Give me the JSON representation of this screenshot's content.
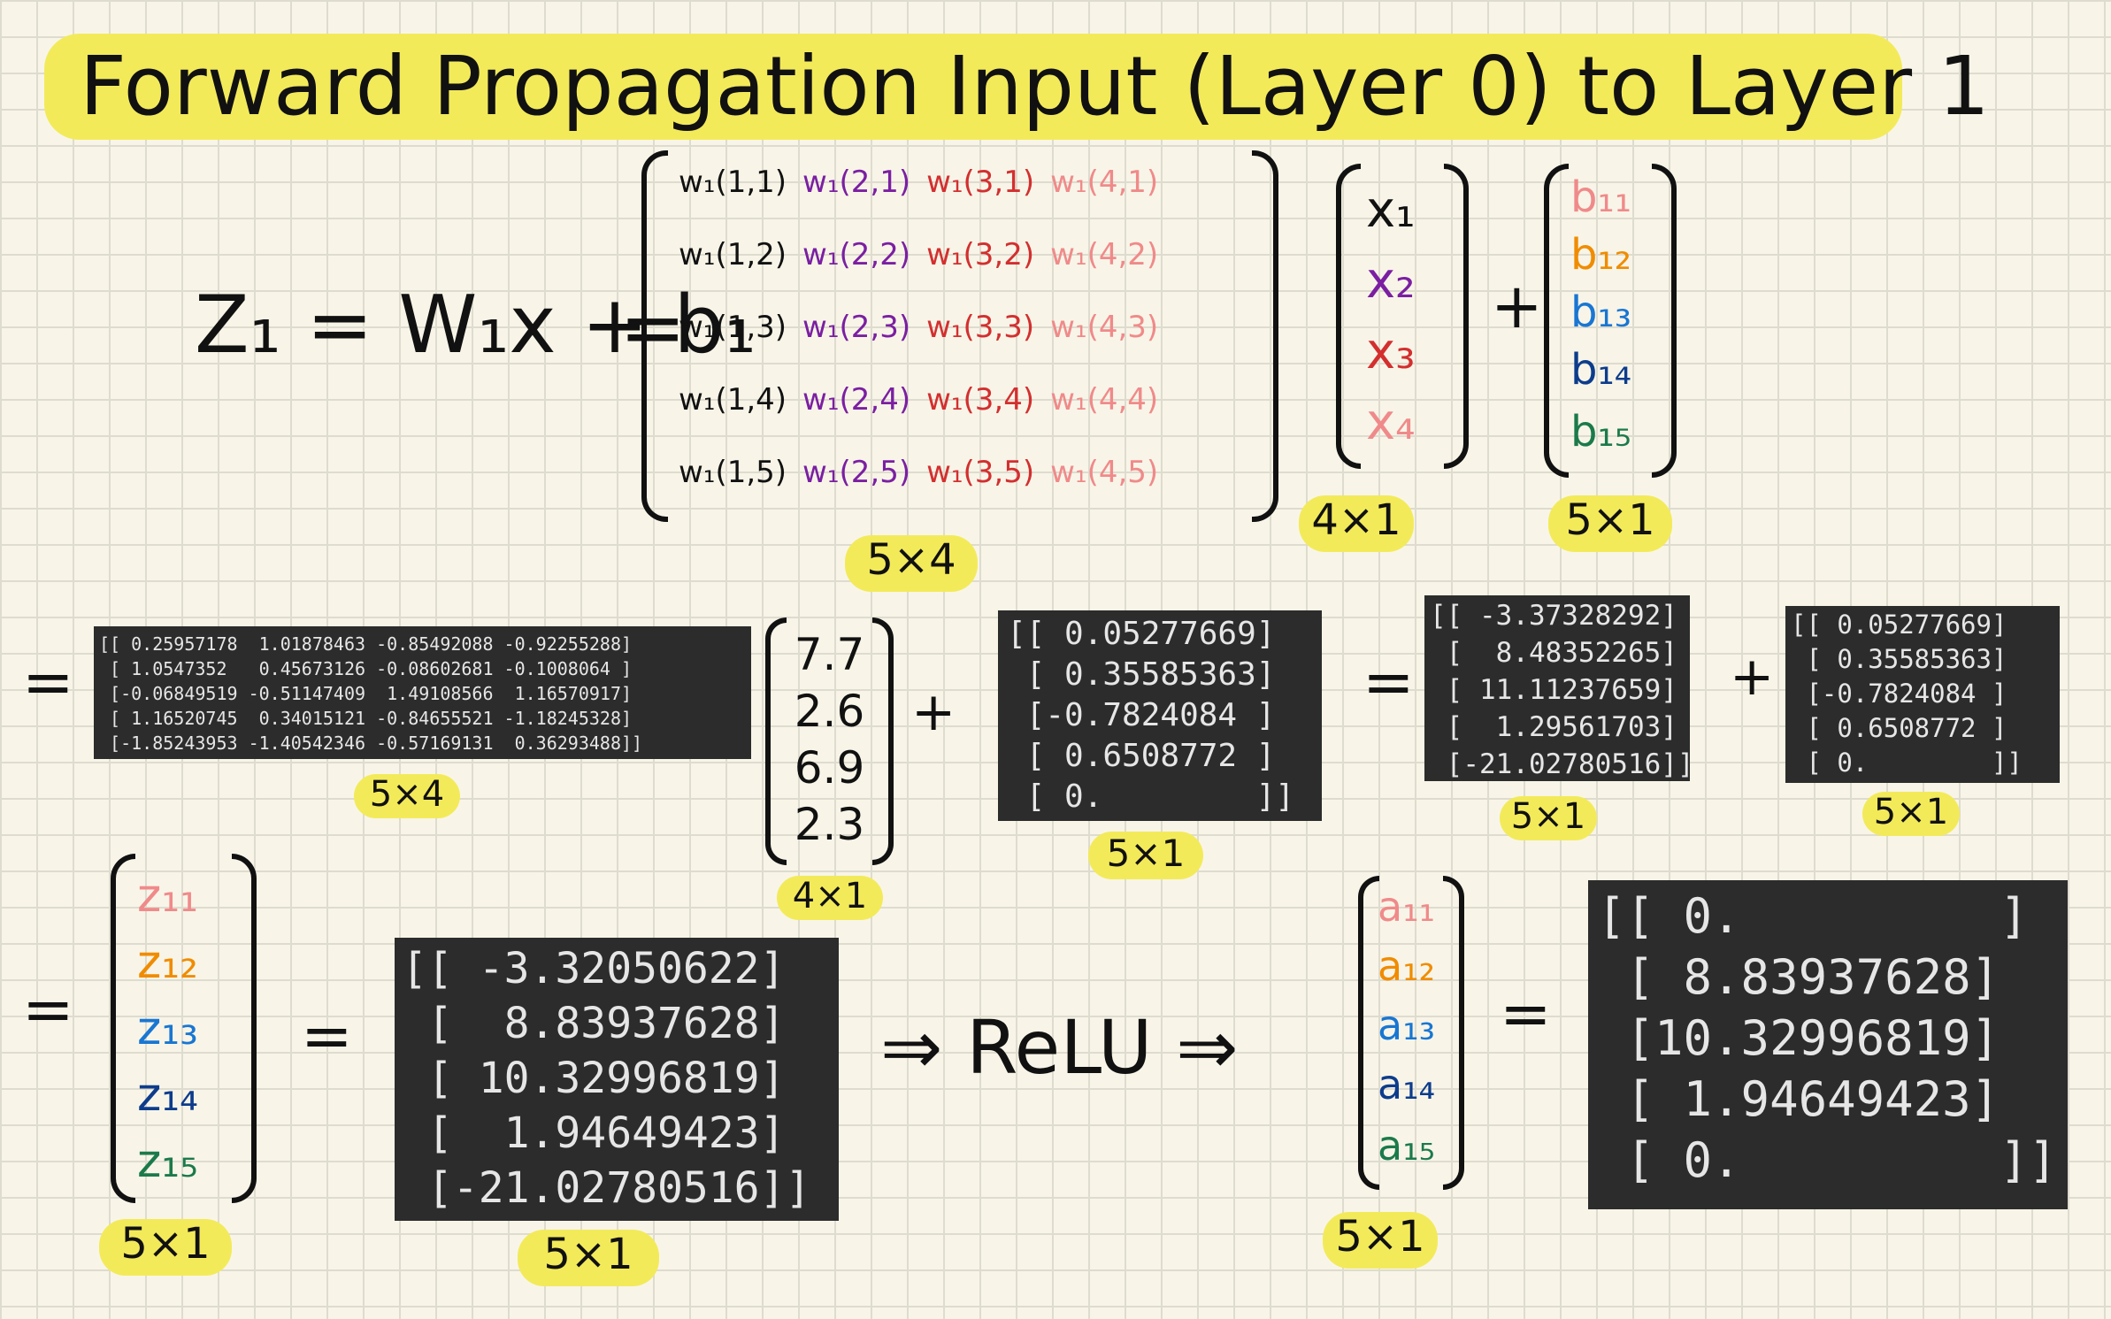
{
  "title": "Forward Propagation Input (Layer 0) to Layer 1",
  "equation": {
    "lhs": "Z₁ = W₁x + b₁",
    "equals": "=",
    "plus": "+",
    "weights_rows": [
      [
        "w₁(1,1)",
        "w₁(2,1)",
        "w₁(3,1)",
        "w₁(4,1)"
      ],
      [
        "w₁(1,2)",
        "w₁(2,2)",
        "w₁(3,2)",
        "w₁(4,2)"
      ],
      [
        "w₁(1,3)",
        "w₁(2,3)",
        "w₁(3,3)",
        "w₁(4,3)"
      ],
      [
        "w₁(1,4)",
        "w₁(2,4)",
        "w₁(3,4)",
        "w₁(4,4)"
      ],
      [
        "w₁(1,5)",
        "w₁(2,5)",
        "w₁(3,5)",
        "w₁(4,5)"
      ]
    ],
    "weights_dim": "5×4",
    "x_vector": [
      "x₁",
      "x₂",
      "x₃",
      "x₄"
    ],
    "x_dim": "4×1",
    "b_vector": [
      "b₁₁",
      "b₁₂",
      "b₁₃",
      "b₁₄",
      "b₁₅"
    ],
    "b_dim": "5×1"
  },
  "row2": {
    "equals": "=",
    "plus1": "+",
    "equals2": "=",
    "plus2": "+",
    "weights_matrix": "[[ 0.25957178  1.01878463 -0.85492088 -0.92255288]\n [ 1.0547352   0.45673126 -0.08602681 -0.1008064 ]\n [-0.06849519 -0.51147409  1.49108566  1.16570917]\n [ 1.16520745  0.34015121 -0.84655521 -1.18245328]\n [-1.85243953 -1.40542346 -0.57169131  0.36293488]]",
    "weights_dim": "5×4",
    "x_values": "7.7\n2.6\n6.9\n2.3",
    "x_dim": "4×1",
    "bias": "[[ 0.05277669]\n [ 0.35585363]\n [-0.7824084 ]\n [ 0.6508772 ]\n [ 0.        ]]",
    "bias_dim": "5×1",
    "wx_result": "[[ -3.37328292]\n [  8.48352265]\n [ 11.11237659]\n [  1.29561703]\n [-21.02780516]]",
    "wx_dim": "5×1",
    "bias2": "[[ 0.05277669]\n [ 0.35585363]\n [-0.7824084 ]\n [ 0.6508772 ]\n [ 0.        ]]",
    "bias2_dim": "5×1"
  },
  "row3": {
    "equals": "=",
    "z_vector": [
      "z₁₁",
      "z₁₂",
      "z₁₃",
      "z₁₄",
      "z₁₅"
    ],
    "z_dim": "5×1",
    "equals2": "=",
    "z_values": "[[ -3.32050622]\n [  8.83937628]\n [ 10.32996819]\n [  1.94649423]\n [-21.02780516]]",
    "z_values_dim": "5×1",
    "relu_label": "⇒ ReLU ⇒",
    "a_vector": [
      "a₁₁",
      "a₁₂",
      "a₁₃",
      "a₁₄",
      "a₁₅"
    ],
    "a_dim": "5×1",
    "equals3": "=",
    "a_values": "[[ 0.         ]\n [ 8.83937628]\n [10.32996819]\n [ 1.94649423]\n [ 0.         ]]"
  },
  "colors": {
    "highlight": "#f3ea5a",
    "panel": "#2c2c2c",
    "pink": "#f08a8a",
    "orange": "#f08c00",
    "blue": "#1976d2",
    "navy": "#0d3c8c",
    "green": "#1b7a4a",
    "purple": "#7b1fa2",
    "red": "#d32f2f"
  }
}
